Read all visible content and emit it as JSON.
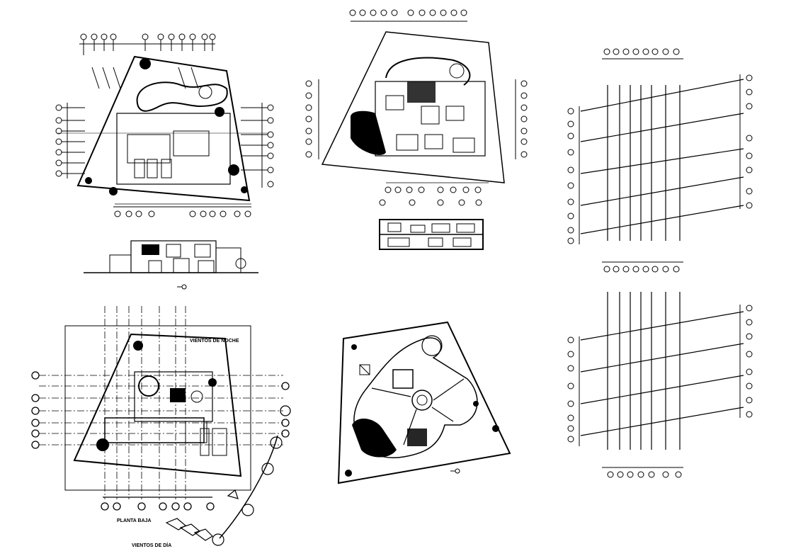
{
  "sheet": {
    "labels": {
      "night_winds": "VIENTOS DE NOCHE",
      "ground_floor": "PLANTA BAJA",
      "day_winds": "VIENTOS DE DÍA"
    }
  }
}
